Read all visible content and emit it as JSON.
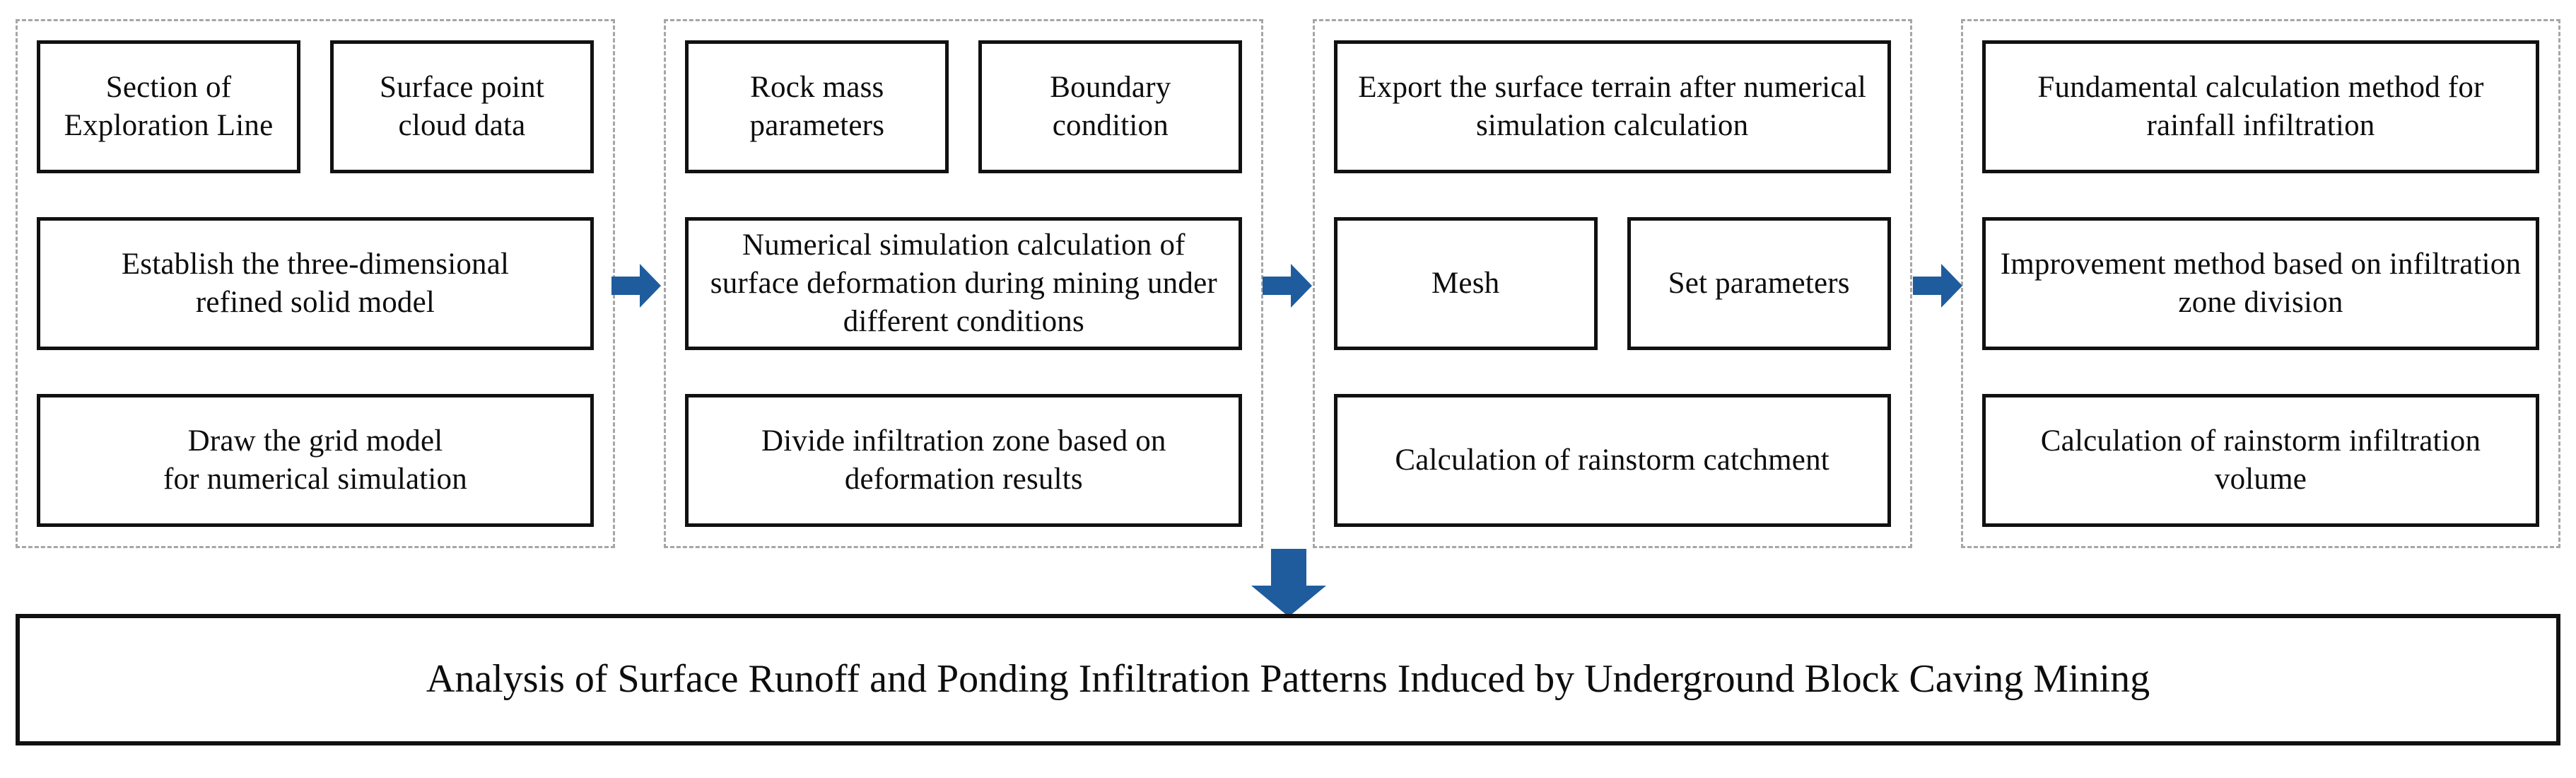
{
  "diagram": {
    "title": "Research technical route flowchart",
    "accent_color": "#1F5C9E",
    "dashed_border_color": "#A6A6A6",
    "node_border_color": "#111111",
    "stages": [
      {
        "name": "three-dimensional-modeling",
        "rows": [
          {
            "type": "split",
            "nodes": [
              {
                "name": "section-of-exploration-line",
                "line1": "Section of",
                "line2": "Exploration Line"
              },
              {
                "name": "surface-point-cloud-data",
                "line1": "Surface point",
                "line2": "cloud data"
              }
            ]
          },
          {
            "type": "full",
            "nodes": [
              {
                "name": "establish-refined-solid-model",
                "line1": "Establish the three-dimensional",
                "line2": "refined solid model"
              }
            ]
          },
          {
            "type": "full",
            "nodes": [
              {
                "name": "draw-grid-model",
                "line1": "Draw the grid model",
                "line2": "for numerical simulation"
              }
            ]
          }
        ]
      },
      {
        "name": "numerical-simulation",
        "rows": [
          {
            "type": "split",
            "nodes": [
              {
                "name": "rock-mass-parameters",
                "line1": "Rock mass",
                "line2": "parameters"
              },
              {
                "name": "boundary-condition",
                "line1": "Boundary",
                "line2": "condition"
              }
            ]
          },
          {
            "type": "full",
            "nodes": [
              {
                "name": "numerical-simulation-of-surface-deformation",
                "line1": "Numerical simulation calculation of",
                "line2": "surface deformation during mining under",
                "line3": "different  conditions"
              }
            ]
          },
          {
            "type": "full",
            "nodes": [
              {
                "name": "divide-infiltration-zone",
                "line1": "Divide infiltration zone based on",
                "line2": "deformation results"
              }
            ]
          }
        ]
      },
      {
        "name": "rainstorm-catchment-calculation",
        "rows": [
          {
            "type": "full",
            "nodes": [
              {
                "name": "export-surface-terrain",
                "line1": "Export the surface terrain after numerical",
                "line2": "simulation calculation"
              }
            ]
          },
          {
            "type": "split",
            "nodes": [
              {
                "name": "mesh",
                "line1": "Mesh"
              },
              {
                "name": "set-parameters",
                "line1": "Set parameters"
              }
            ]
          },
          {
            "type": "full",
            "nodes": [
              {
                "name": "calculation-of-rainstorm-catchment",
                "line1": "Calculation of rainstorm catchment"
              }
            ]
          }
        ]
      },
      {
        "name": "rainstorm-infiltration-calculation",
        "rows": [
          {
            "type": "full",
            "nodes": [
              {
                "name": "fundamental-calculation-method-rainfall-infiltration",
                "line1": "Fundamental calculation method for",
                "line2": "rainfall infiltration"
              }
            ]
          },
          {
            "type": "full",
            "nodes": [
              {
                "name": "improvement-method-infiltration-zone-division",
                "line1": "Improvement method based on infiltration",
                "line2": "zone division"
              }
            ]
          },
          {
            "type": "full",
            "nodes": [
              {
                "name": "calculation-of-rainstorm-infiltration-volume",
                "line1": "Calculation of rainstorm infiltration",
                "line2": "volume"
              }
            ]
          }
        ]
      }
    ],
    "connectors": [
      {
        "name": "arrow-stage1-to-stage2",
        "direction": "right"
      },
      {
        "name": "arrow-stage2-to-stage3",
        "direction": "right"
      },
      {
        "name": "arrow-stage3-to-stage4",
        "direction": "right"
      },
      {
        "name": "arrow-stages-to-conclusion",
        "direction": "down"
      }
    ],
    "conclusion": {
      "name": "conclusion-banner",
      "text": "Analysis of Surface Runoff and Ponding Infiltration Patterns Induced by Underground Block Caving Mining"
    }
  }
}
